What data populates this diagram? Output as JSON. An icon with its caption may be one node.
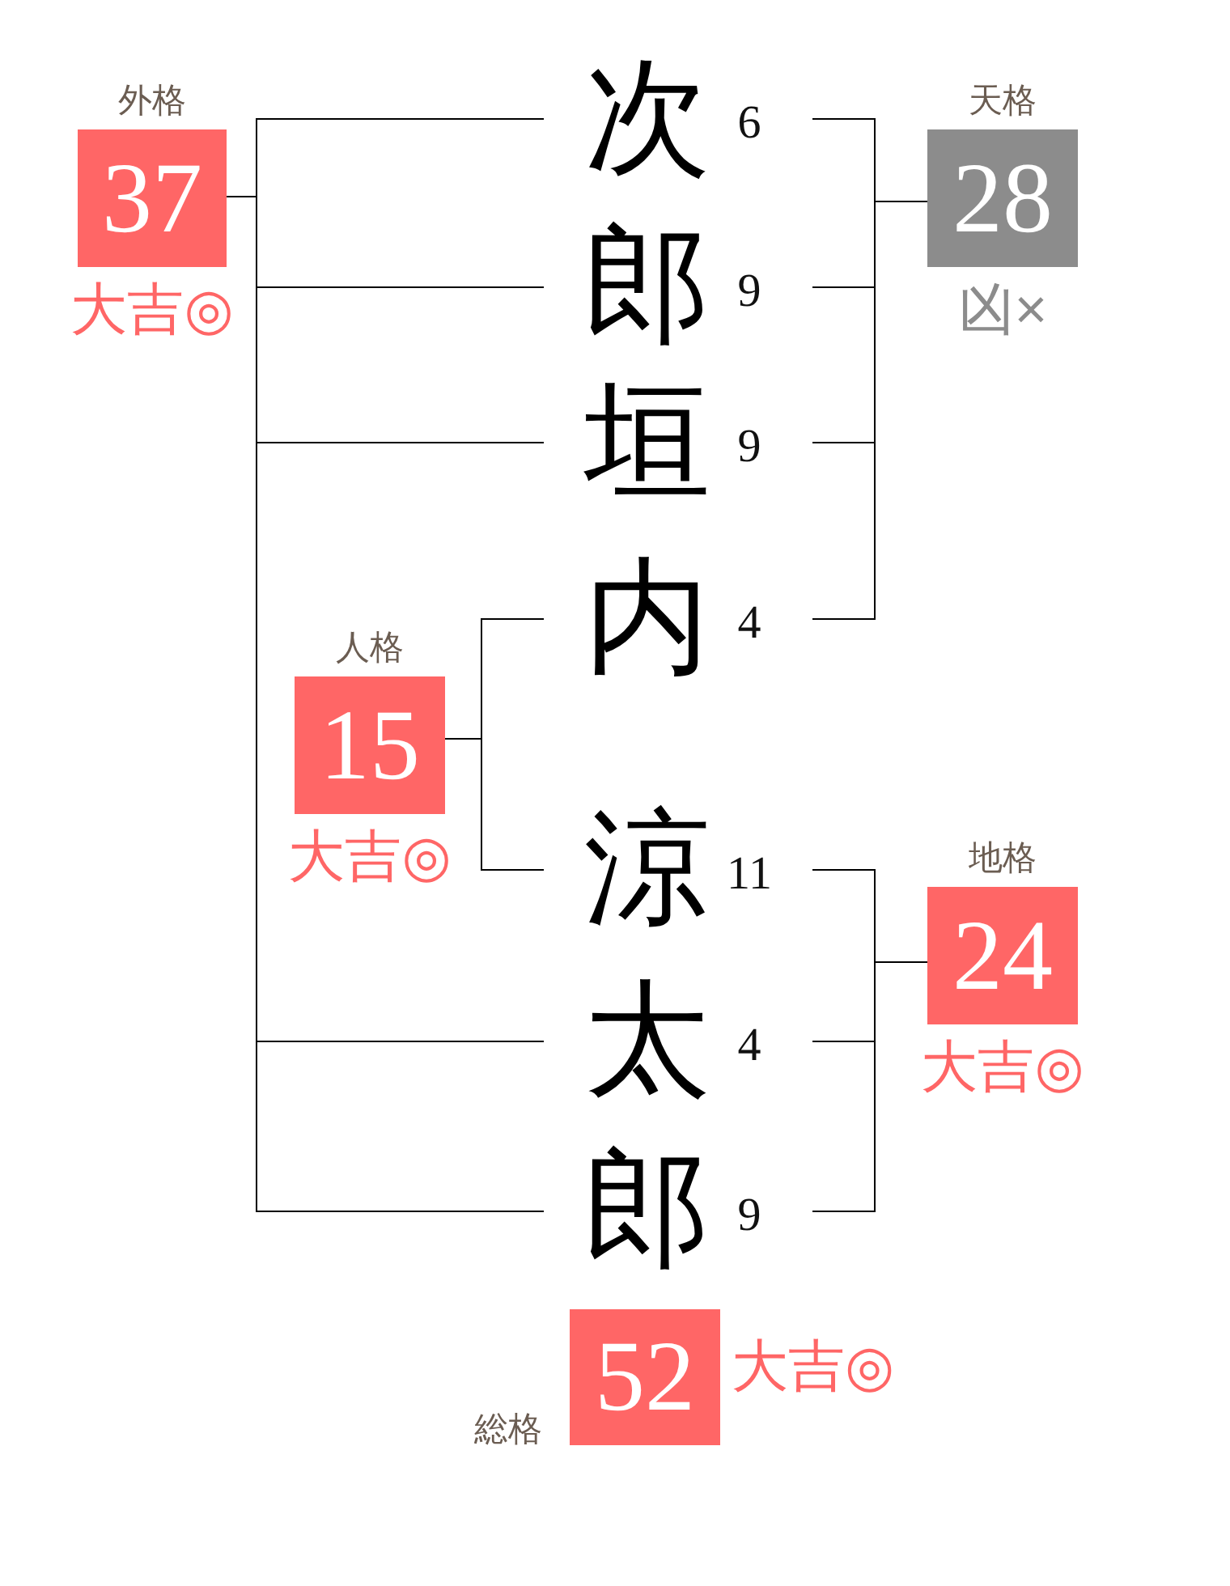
{
  "diagram": {
    "nodes": [
      {
        "text": [
          "次"
        ],
        "beside": [
          "6"
        ]
      },
      {
        "text": [
          "郎"
        ],
        "beside": [
          "9"
        ]
      },
      {
        "text": [
          "垣"
        ],
        "beside": [
          "9"
        ]
      },
      {
        "text": [
          "内"
        ],
        "beside": [
          "4"
        ]
      },
      {
        "text": [
          "涼"
        ],
        "beside": [
          "11"
        ]
      },
      {
        "text": [
          "太"
        ],
        "beside": [
          "4"
        ]
      },
      {
        "text": [
          "郎"
        ],
        "beside": [
          "9"
        ]
      },
      {
        "text": [
          "外格",
          "37"
        ],
        "beside": [
          "大吉◎"
        ]
      },
      {
        "text": [
          "天格",
          "28"
        ],
        "beside": [
          "凶×"
        ]
      },
      {
        "text": [
          "人格",
          "15"
        ],
        "beside": [
          "大吉◎"
        ]
      },
      {
        "text": [
          "地格",
          "24"
        ],
        "beside": [
          "大吉◎"
        ]
      },
      {
        "text": [
          "総格",
          "52"
        ],
        "beside": [
          "大吉◎"
        ]
      }
    ],
    "edges": [
      {
        "from": 7,
        "to": 0,
        "arrow": "none"
      },
      {
        "from": 7,
        "to": 1,
        "arrow": "none"
      },
      {
        "from": 7,
        "to": 2,
        "arrow": "none"
      },
      {
        "from": 7,
        "to": 5,
        "arrow": "none"
      },
      {
        "from": 7,
        "to": 6,
        "arrow": "none"
      },
      {
        "from": 8,
        "to": 0,
        "arrow": "none"
      },
      {
        "from": 8,
        "to": 1,
        "arrow": "none"
      },
      {
        "from": 8,
        "to": 2,
        "arrow": "none"
      },
      {
        "from": 8,
        "to": 3,
        "arrow": "none"
      },
      {
        "from": 9,
        "to": 3,
        "arrow": "none"
      },
      {
        "from": 9,
        "to": 4,
        "arrow": "none"
      },
      {
        "from": 10,
        "to": 4,
        "arrow": "none"
      },
      {
        "from": 10,
        "to": 5,
        "arrow": "none"
      },
      {
        "from": 10,
        "to": 6,
        "arrow": "none"
      }
    ]
  }
}
